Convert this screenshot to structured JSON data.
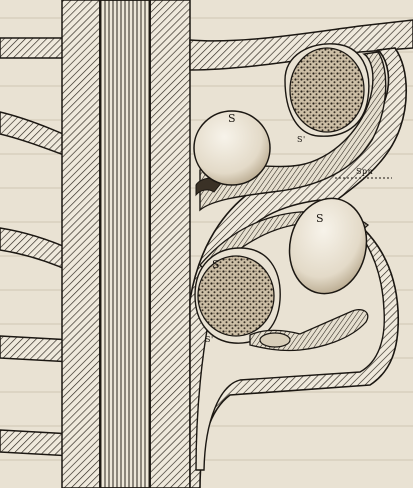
{
  "figure": {
    "labels": {
      "spore_top": "S",
      "spore_top_sub": "S'",
      "spore_left": "S",
      "spore_right": "S",
      "spore_bottom_sub": "S'",
      "sporangium": "Spn"
    }
  },
  "colors": {
    "paper": "#e9e2d3",
    "ink": "#1b1712",
    "hatch": "#2a241c",
    "spore_fill": "#f1ede3"
  }
}
